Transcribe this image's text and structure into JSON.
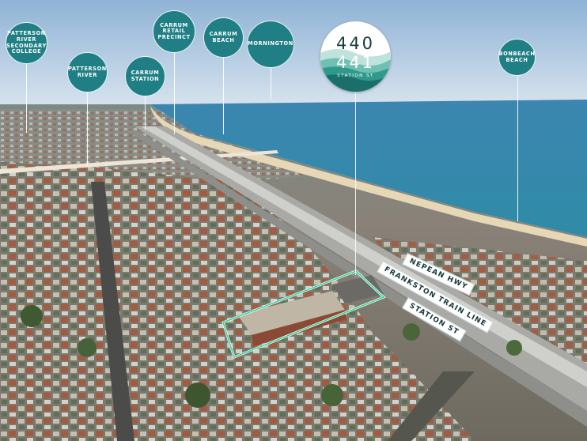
{
  "pins": [
    {
      "id": "patterson-river-secondary-college",
      "label": "PATTERSON\nRIVER\nSECONDARY\nCOLLEGE"
    },
    {
      "id": "patterson-river",
      "label": "PATTERSON\nRIVER"
    },
    {
      "id": "carrum-station",
      "label": "CARRUM\nSTATION"
    },
    {
      "id": "carrum-retail-precinct",
      "label": "CARRUM\nRETAIL\nPRECINCT"
    },
    {
      "id": "carrum-beach",
      "label": "CARRUM\nBEACH"
    },
    {
      "id": "mornington",
      "label": "MORNINGTON"
    },
    {
      "id": "bonbeach-beach",
      "label": "BONBEACH\nBEACH"
    }
  ],
  "brand": {
    "line1": "440",
    "line2": "441",
    "tagline": "STATION ST"
  },
  "streets": {
    "nepean": "NEPEAN HWY",
    "frankston": "FRANKSTON TRAIN LINE",
    "station": "STATION ST"
  },
  "colors": {
    "pin_fill": "#1f7f84",
    "highlight": "#2fd39a",
    "sea": "#2a7fa6",
    "sky": "#9fc0dc"
  }
}
